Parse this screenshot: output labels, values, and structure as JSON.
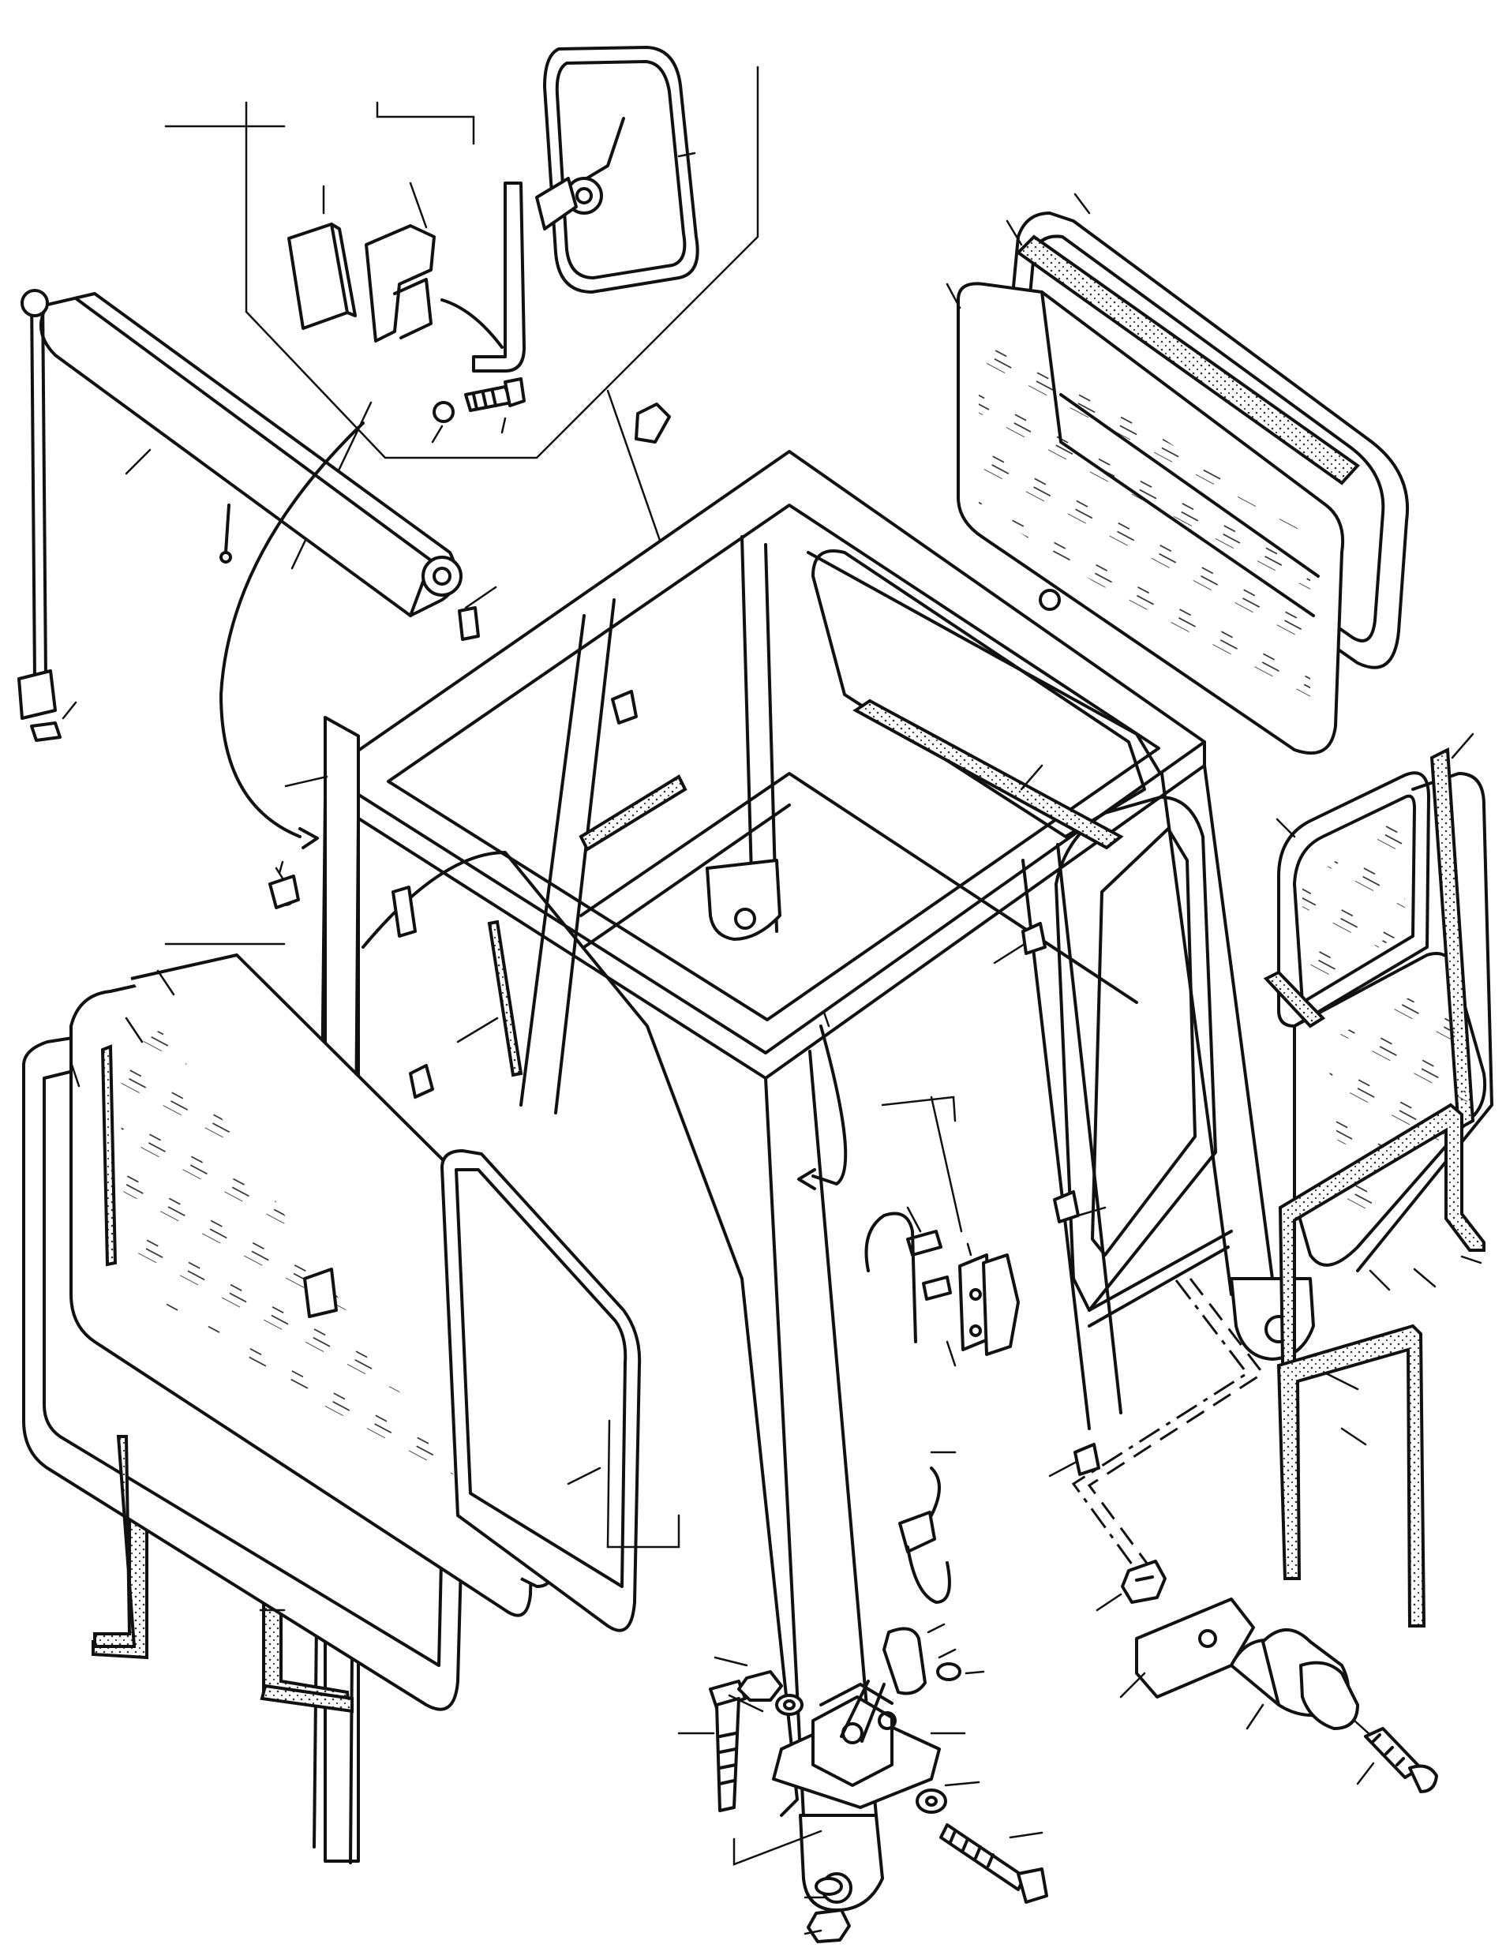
{
  "title": "",
  "parts": [
    {
      "id": "mirror-assembly",
      "icon": "mirror-icon"
    },
    {
      "id": "wiper-arm",
      "icon": "wiper-icon"
    },
    {
      "id": "cab-frame",
      "icon": "frame-icon"
    },
    {
      "id": "rear-window",
      "icon": "window-icon"
    },
    {
      "id": "side-window-right",
      "icon": "window-icon"
    },
    {
      "id": "door-left",
      "icon": "door-icon"
    },
    {
      "id": "weather-strip",
      "icon": "seal-icon"
    },
    {
      "id": "mount-bracket",
      "icon": "bracket-icon"
    },
    {
      "id": "rubber-mount",
      "icon": "mount-icon"
    },
    {
      "id": "hinge",
      "icon": "hinge-icon"
    },
    {
      "id": "bolt",
      "icon": "bolt-icon"
    },
    {
      "id": "nut",
      "icon": "nut-icon"
    },
    {
      "id": "washer",
      "icon": "washer-icon"
    }
  ],
  "colors": {
    "line": "#111111",
    "background": "#ffffff"
  }
}
